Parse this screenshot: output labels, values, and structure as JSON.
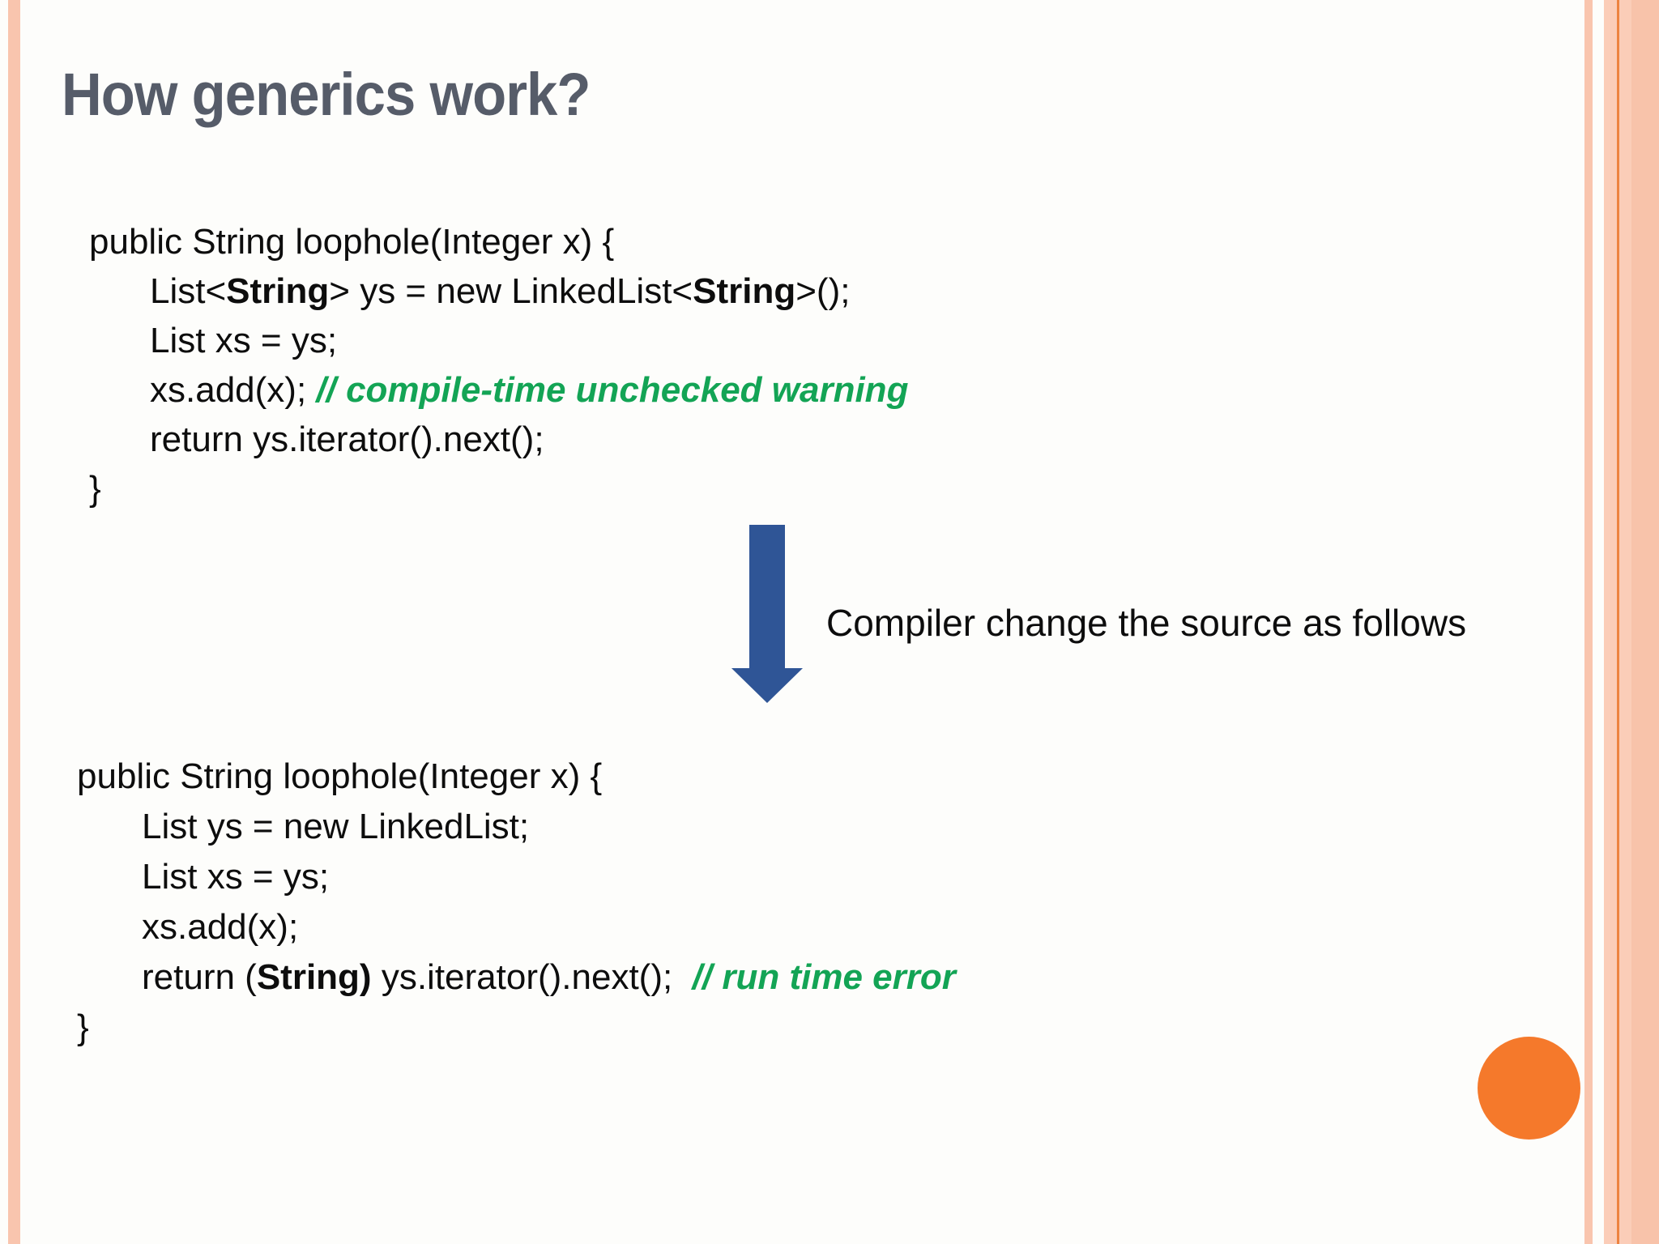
{
  "slide": {
    "title": "How generics work?",
    "colors": {
      "background": "#FDFDFB",
      "title_text": "#565C69",
      "code_text": "#0D0D0D",
      "comment_green": "#13A455",
      "arrow_blue": "#2F5596",
      "circle_orange": "#F5792B",
      "border_peach_light": "#FBCDB8",
      "border_peach": "#F9C5AE",
      "border_orange_line": "#ED8340",
      "border_peach_dark": "#F8C3AA"
    }
  },
  "code_block_1": {
    "lines": [
      {
        "indent": 0,
        "segments": [
          {
            "text": "public String loophole(Integer x) {"
          }
        ]
      },
      {
        "indent": 1,
        "segments": [
          {
            "text": "List<"
          },
          {
            "text": "String",
            "bold": true
          },
          {
            "text": "> ys = new LinkedList<"
          },
          {
            "text": "String",
            "bold": true
          },
          {
            "text": ">();"
          }
        ]
      },
      {
        "indent": 1,
        "segments": [
          {
            "text": "List xs = ys;"
          }
        ]
      },
      {
        "indent": 1,
        "segments": [
          {
            "text": "xs.add(x); "
          },
          {
            "text": "// compile-time unchecked warning",
            "comment": true
          }
        ]
      },
      {
        "indent": 1,
        "segments": [
          {
            "text": "return ys.iterator().next();"
          }
        ]
      },
      {
        "indent": 0,
        "segments": [
          {
            "text": "}"
          }
        ]
      }
    ]
  },
  "transition": {
    "arrow_icon": "down-arrow",
    "label": "Compiler change the source as follows"
  },
  "code_block_2": {
    "lines": [
      {
        "indent": 0,
        "segments": [
          {
            "text": "public String loophole(Integer x) {"
          }
        ]
      },
      {
        "indent": 1,
        "segments": [
          {
            "text": "List ys = new LinkedList;"
          }
        ]
      },
      {
        "indent": 1,
        "segments": [
          {
            "text": "List xs = ys;"
          }
        ]
      },
      {
        "indent": 1,
        "segments": [
          {
            "text": "xs.add(x);"
          }
        ]
      },
      {
        "indent": 1,
        "segments": [
          {
            "text": "return ("
          },
          {
            "text": "String)",
            "bold": true
          },
          {
            "text": " ys.iterator().next();  "
          },
          {
            "text": "// run time error",
            "comment": true
          }
        ]
      },
      {
        "indent": 0,
        "segments": [
          {
            "text": "}"
          }
        ]
      }
    ]
  }
}
